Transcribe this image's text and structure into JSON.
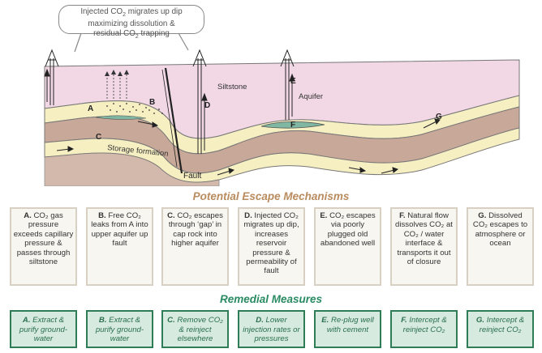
{
  "callout": {
    "line1": "Injected  CO",
    "line1_sub": "2",
    "line1_rest": " migrates up dip",
    "line2": "maximizing dissolution &",
    "line3": "residual CO",
    "line3_sub": "2",
    "line3_rest": " trapping"
  },
  "diagram_labels": {
    "siltstone": "Siltstone",
    "aquifer": "Aquifer",
    "storage_formation": "Storage formation",
    "fault": "Fault",
    "a": "A",
    "b": "B",
    "c": "C",
    "d": "D",
    "e": "E",
    "f": "F",
    "g": "G"
  },
  "escape_title": "Potential Escape Mechanisms",
  "remedial_title": "Remedial Measures",
  "escape": [
    {
      "letter": "A.",
      "text": "CO₂ gas pressure exceeds capillary pressure & passes through siltstone"
    },
    {
      "letter": "B.",
      "text": "Free CO₂ leaks from A into upper aquifer up fault"
    },
    {
      "letter": "C.",
      "text": "CO₂ escapes through ‘gap’ in cap rock into higher aquifer"
    },
    {
      "letter": "D.",
      "text": "Injected CO₂ migrates up dip, increases reservoir pressure & permeability of fault"
    },
    {
      "letter": "E.",
      "text": "CO₂ escapes via poorly plugged old abandoned well"
    },
    {
      "letter": "F.",
      "text": "Natural flow dissolves CO₂ at CO₂ / water interface & transports it out of closure"
    },
    {
      "letter": "G.",
      "text": "Dissolved CO₂ escapes to atmosphere or ocean"
    }
  ],
  "remedial": [
    {
      "letter": "A.",
      "text": "Extract & purify ground-water"
    },
    {
      "letter": "B.",
      "text": "Extract & purify ground-water"
    },
    {
      "letter": "C.",
      "text": "Remove CO₂ & reinject elsewhere"
    },
    {
      "letter": "D.",
      "text": "Lower injection rates or pressures"
    },
    {
      "letter": "E.",
      "text": "Re-plug well with cement"
    },
    {
      "letter": "F.",
      "text": "Intercept & reinject CO₂"
    },
    {
      "letter": "G.",
      "text": "Intercept & reinject CO₂"
    }
  ],
  "colors": {
    "siltstone": "#f1d8e4",
    "aquifer": "#f6efc2",
    "storage": "#c8a898",
    "co2_plume": "#7fb7a2",
    "escape_title": "#b98b5e",
    "remedial_title": "#2a8a63"
  }
}
